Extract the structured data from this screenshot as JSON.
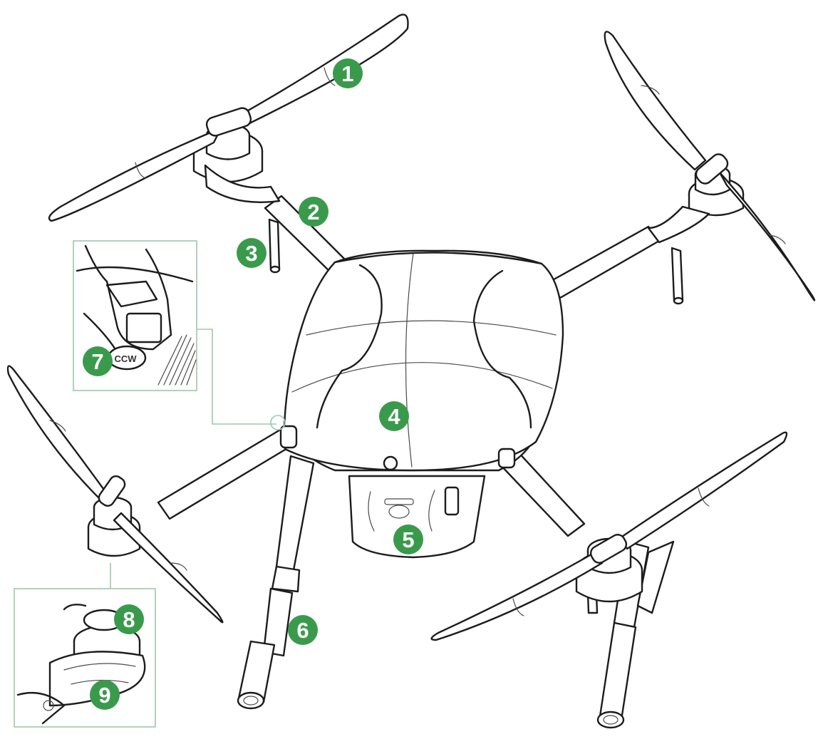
{
  "callouts": [
    {
      "number": "1"
    },
    {
      "number": "2"
    },
    {
      "number": "3"
    },
    {
      "number": "4"
    },
    {
      "number": "5"
    },
    {
      "number": "6"
    },
    {
      "number": "7"
    },
    {
      "number": "8"
    },
    {
      "number": "9"
    }
  ],
  "inset_top": {
    "label": "CCW"
  },
  "colors": {
    "badge": "#3a9a4c",
    "inset_border": "#9cc8a9",
    "line": "#1c1c1c",
    "background": "#ffffff"
  }
}
